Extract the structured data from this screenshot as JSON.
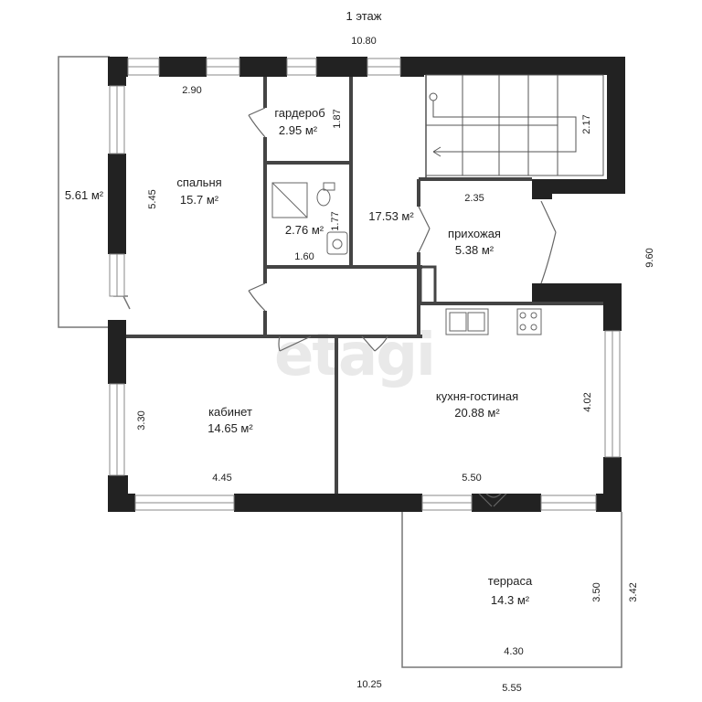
{
  "plan": {
    "title": "1 этаж",
    "watermark": "etagi",
    "colors": {
      "wall": "#222222",
      "line": "#555555",
      "window": "#9a9a9a",
      "background": "#ffffff"
    },
    "rooms": {
      "bedroom": {
        "name": "спальня",
        "area": "15.7 м²"
      },
      "wardrobe": {
        "name": "гардероб",
        "area": "2.95 м²"
      },
      "bathroom": {
        "area": "2.76 м²"
      },
      "hall": {
        "area": "17.53 м²"
      },
      "entry": {
        "name": "прихожая",
        "area": "5.38 м²"
      },
      "study": {
        "name": "кабинет",
        "area": "14.65 м²"
      },
      "kitchen": {
        "name": "кухня-гостиная",
        "area": "20.88 м²"
      },
      "terrace": {
        "name": "терраса",
        "area": "14.3 м²"
      },
      "balcony": {
        "area": "5.61 м²"
      }
    },
    "dims": {
      "top_total": "10.80",
      "bottom_total": "10.25",
      "bottom_terrace": "5.55",
      "right_total": "9.60",
      "bedroom_w": "2.90",
      "bedroom_h": "5.45",
      "wardrobe_h": "1.87",
      "bath_h": "1.77",
      "bath_w": "1.60",
      "stair": "2.17",
      "entry_w": "2.35",
      "study_h": "3.30",
      "study_w": "4.45",
      "kitchen_w": "5.50",
      "kitchen_h": "4.02",
      "terrace_h_in": "3.50",
      "terrace_h_out": "3.42",
      "terrace_w": "4.30"
    }
  }
}
